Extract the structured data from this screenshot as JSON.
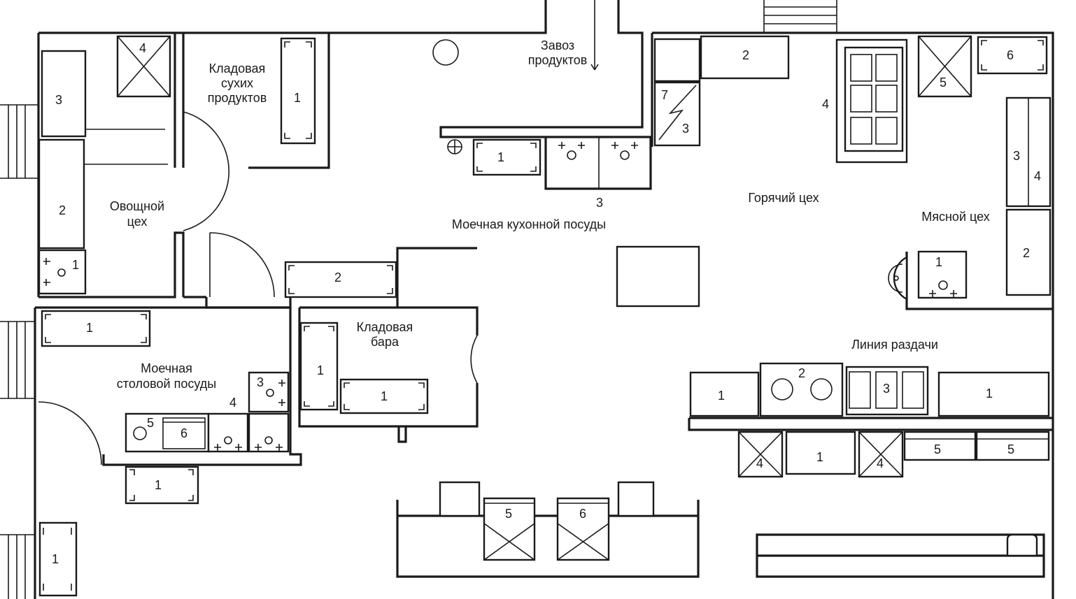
{
  "rooms": {
    "dry_storage": [
      "Кладовая",
      "сухих",
      "продуктов"
    ],
    "delivery": [
      "Завоз",
      "продуктов"
    ],
    "vegetable_shop": [
      "Овощной",
      "цех"
    ],
    "kitchen_washing": "Моечная кухонной посуды",
    "hot_shop": "Горячий цех",
    "meat_shop": "Мясной цех",
    "bar_storage": [
      "Кладовая",
      "бара"
    ],
    "dish_washing": [
      "Моечная",
      "столовой посуды"
    ],
    "serving_line": "Линия раздачи"
  },
  "equipment_numbers": {
    "veg_table": "3",
    "veg_box": "4",
    "veg_table2": "2",
    "veg_sink": "1",
    "dry_rack": "1",
    "wash_table": "1",
    "wash_sinks": "3",
    "hot_table": "2",
    "hot_stove": "7",
    "hot_stove2": "3",
    "hot_cabinet": "4",
    "meat_box": "5",
    "meat_table6": "6",
    "meat_cab3": "3",
    "meat_cab4": "4",
    "meat_table2": "2",
    "meat_sink": "1",
    "corridor_table": "2",
    "bar_rack": "1",
    "bar_table": "1",
    "dish_table": "1",
    "dish_sink3": "3",
    "dish_4": "4",
    "dish_5": "5",
    "dish_6": "6",
    "outside_1": "1",
    "outside_1b": "1",
    "serve_1a": "1",
    "serve_2": "2",
    "serve_3": "3",
    "serve_1b": "1",
    "serve_4a": "4",
    "serve_1c": "1",
    "serve_4b": "4",
    "serve_5a": "5",
    "serve_5b": "5",
    "bottom_5": "5",
    "bottom_6": "6"
  }
}
